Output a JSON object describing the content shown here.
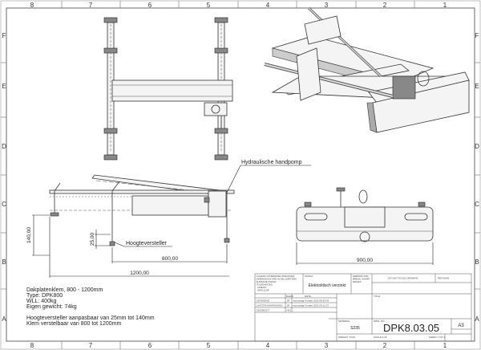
{
  "zones": {
    "columns": [
      "8",
      "7",
      "6",
      "5",
      "4",
      "3",
      "2",
      "1"
    ],
    "rows": [
      "F",
      "E",
      "D",
      "C",
      "B",
      "A"
    ]
  },
  "callouts": {
    "pump": "Hydraulische handpomp",
    "height_adjuster": "Hoogteversteller"
  },
  "dimensions": {
    "height_140": "140,00",
    "height_25": "25,00",
    "span_800": "800,00",
    "span_1200": "1200,00",
    "width_900": "900,00"
  },
  "notes": {
    "lines": [
      "Dakplatenklem, 800 - 1200mm",
      "Type: DPK800",
      "WLL: 400kg",
      "Eigen gewicht: 74kg"
    ],
    "lines2": [
      "Hoogteversteller aanpasbaar van 25mm tot 140mm",
      "Klem verstelbaar van 800 tot 1200mm"
    ]
  },
  "title_block": {
    "tolerances": [
      "UNLESS OTHERWISE SPECIFIED:",
      "DIMENSIONS ARE IN MILLIMETERS",
      "SURFACE FINISH:",
      "TOLERANCES:",
      "LINEAR:",
      "ANGULAR:"
    ],
    "finish_label": "FINISH:",
    "finish": "Elektrolitisch verzinkt",
    "deburr": [
      "DEBURR AND",
      "BREAK SHARP",
      "EDGES"
    ],
    "do_not_scale": "DO NOT SCALE DRAWING",
    "revision_label": "REVISION",
    "name_header": "NAAM",
    "date_header": "DATE",
    "rows": [
      {
        "role": "GETEKEND",
        "name": "JR",
        "date": "woensdag 9 maart 2022 08:53:43"
      },
      {
        "role": "LAATSTE AANPASSING",
        "name": "JR",
        "date": "woensdag 9 maart 2022 09:12:37"
      },
      {
        "role": "GECHECKT",
        "name": "HKJ",
        "date": ""
      }
    ],
    "title_label": "TITLE:",
    "material_label": "MATERIAL:",
    "material": "S235",
    "dwg_no_label": "DWG. NO.",
    "dwg_no": "DPK8.03.05",
    "size": "A3",
    "weight": "WEIGHT: 73.93",
    "scale": "SCALE:1:20",
    "sheet": "SHEET 1 OF 1"
  }
}
